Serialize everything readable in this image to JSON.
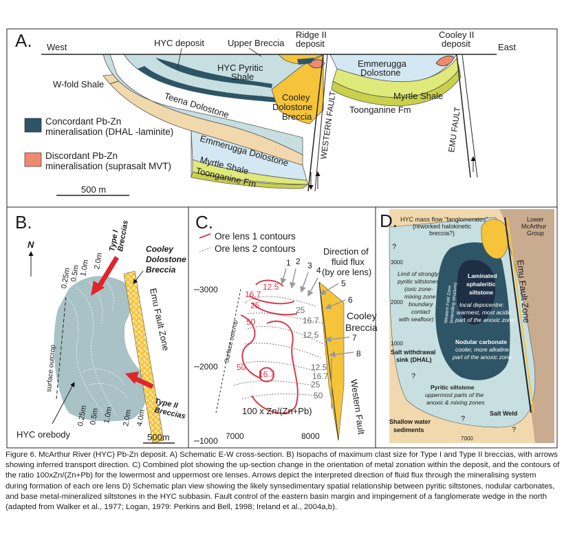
{
  "colors": {
    "concordant": "#2e5566",
    "discordant": "#ee8a70",
    "shale": "#c7dfe0",
    "breccia": "#f5c43a",
    "tan": "#f2d9ad",
    "blue_dolo": "#d3e8f2",
    "myrtle": "#e0ea7a",
    "toong": "#c9d04a",
    "orebody": "#a8c2c6",
    "red_contour": "#d63a4a",
    "tan_fault": "#c9ab8f"
  },
  "panelA": {
    "letter": "A.",
    "west": "West",
    "east": "East",
    "hyc_deposit": "HYC deposit",
    "upper_breccia": "Upper Breccia",
    "ridge_line1": "Ridge II",
    "ridge_line2": "deposit",
    "cooley2_line1": "Cooley II",
    "cooley2_line2": "deposit",
    "hyc_pyritic_line1": "HYC Pyritic",
    "hyc_pyritic_line2": "Shale",
    "emmerugga_top_line1": "Emmerugga",
    "emmerugga_top_line2": "Dolostone",
    "wfold": "W-fold Shale",
    "teena": "Teena Dolostone",
    "cooley_line1": "Cooley",
    "cooley_line2": "Dolostone",
    "cooley_line3": "Breccia",
    "myrtle_right": "Myrtle Shale",
    "toonganine_right": "Toonganine Fm",
    "western_fault": "WESTERN FAULT",
    "emu_fault": "EMU FAULT",
    "emmerugga_low": "Emmerugga Dolostone",
    "myrtle_low": "Myrtle Shale",
    "toonganine_low": "Toonganine Fm",
    "legend1_line1": "Concordant Pb-Zn",
    "legend1_line2": "mineralisation (DHAL -laminite)",
    "legend2_line1": "Discordant Pb-Zn",
    "legend2_line2": "mineralisation (suprasalt MVT)",
    "scale": "500 m"
  },
  "panelB": {
    "letter": "B.",
    "north": "N",
    "type1_line1": "Type I",
    "type1_line2": "Breccias",
    "cooley_line1": "Cooley",
    "cooley_line2": "Dolostone",
    "cooley_line3": "Breccia",
    "emu_zone": "Emu Fault Zone",
    "surface_outcrop": "surface outcrop",
    "type2_line1": "Type II",
    "type2_line2": "Breccias",
    "hyc_orebody": "HYC orebody",
    "scale": "500m",
    "top_isopachs": [
      "0.25m",
      "0.5m",
      "1.0m",
      "2.0m"
    ],
    "bottom_isopachs": [
      "0.25m",
      "0.5m",
      "1.0m",
      "2.0m",
      "4.0m"
    ]
  },
  "panelC": {
    "letter": "C.",
    "legend1": "Ore lens 1 contours",
    "legend2": "Ore lens 2 contours",
    "direction_line1": "Direction of",
    "direction_line2": "fluid flux",
    "direction_line3": "(by ore lens)",
    "cooley_line1": "Cooley",
    "cooley_line2": "Breccia",
    "western_fault": "Western Fault",
    "surface_outcrop": "Surface outcrop",
    "formula": "100 x Zn/(Zn+Pb)",
    "yticks": [
      "3000",
      "2000",
      "1000"
    ],
    "xticks": [
      "7000",
      "8000"
    ],
    "arrow_numbers": [
      "1",
      "2",
      "3",
      "4",
      "5",
      "6",
      "7",
      "8"
    ],
    "red_values": [
      "12.5",
      "16.7",
      "25",
      "50",
      "50",
      "16.7"
    ],
    "gray_values": [
      "25",
      "16.7",
      "12.5",
      "12.5",
      "16.7",
      "25",
      "50"
    ]
  },
  "panelD": {
    "letter": "D.",
    "fanglo_line1": "HYC mass flow \"fanglomerates\"",
    "fanglo_line2": "(reworked halokinetic",
    "fanglo_line3": "breccia?)",
    "lower_line1": "Lower",
    "lower_line2": "McArthur",
    "lower_line3": "Group",
    "emu_zone": "Emu Fault Zone",
    "limit": [
      "Limit of strongly",
      "pyritic siltstones",
      "(oxic zone-",
      "mixing zone",
      "boundary",
      "contact",
      "with seafloor)"
    ],
    "wfold_line1": "Western Fold Zone",
    "wfold_line2": "(extending structure)",
    "laminated": [
      "Laminated",
      "sphaleritic",
      "siltstone"
    ],
    "depocentre": [
      "local depocentre:",
      "warmest, most acidic",
      "part of the anoxic zone"
    ],
    "nodular": [
      "Nodular carbonate",
      "cooler, more alkaline",
      "part of the anoxic zone"
    ],
    "salt_line1": "Salt withdrawal",
    "salt_line2": "sink (DHAL)",
    "pyritic": [
      "Pyritic siltstone",
      "uppermost parts of the",
      "anoxic & mixing zones"
    ],
    "salt_weld": "Salt Weld",
    "shallow_line1": "Shallow water",
    "shallow_line2": "sediments",
    "yticks": [
      "3000",
      "2000",
      "1000"
    ],
    "xtick": "7000",
    "question": "?"
  },
  "caption": "Figure 6. McArthur River (HYC) Pb-Zn deposit. A) Schematic E-W cross-section. B) Isopachs of maximum clast size for Type I and Type II breccias, with arrows showing inferred transport direction. C) Combined plot showing the up-section change in the orientation of metal zonation within the deposit, and the contours of the ratio 100xZn/(Zn+Pb) for the lowermost and uppermost ore lenses. Arrows depict the interpreted direction of fluid flux through the mineralising system during formation of each ore lens D) Schematic plan view showing the likely synsedimentary spatial relationship between pyritic siltstones, nodular carbonates, and base metal-mineralized siltstones in the HYC subbasin. Fault control of the eastern basin margin and impingement of a fanglomerate wedge in the north (adapted from Walker et al., 1977; Logan, 1979: Perkins and Bell, 1998; Ireland et al., 2004a,b)."
}
